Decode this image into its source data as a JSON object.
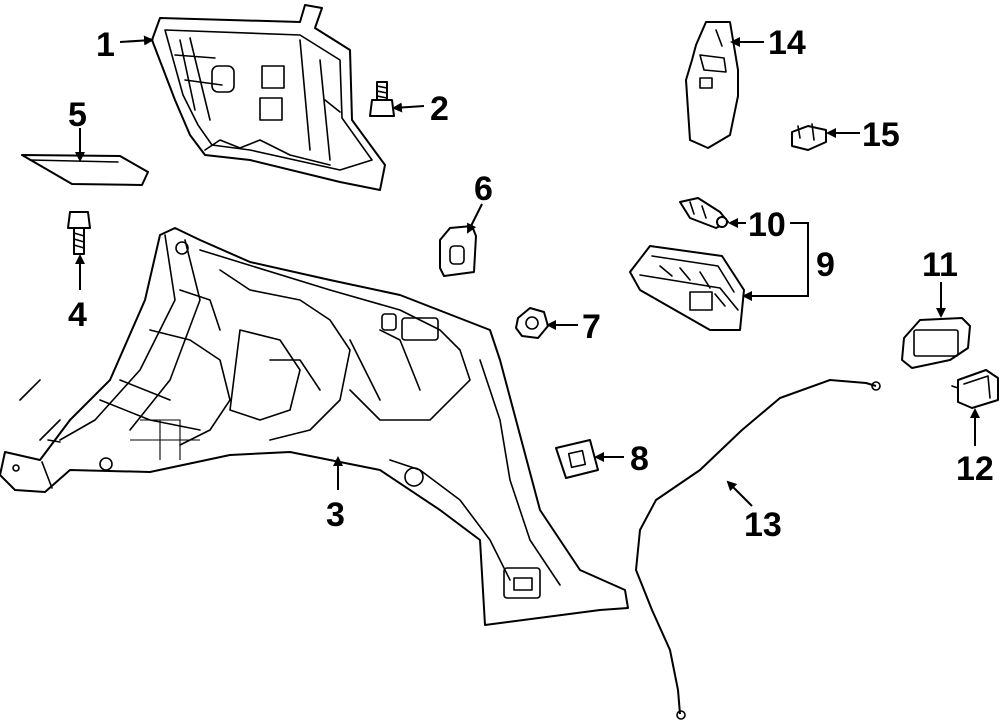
{
  "callouts": [
    {
      "id": "1",
      "text": "1"
    },
    {
      "id": "2",
      "text": "2"
    },
    {
      "id": "3",
      "text": "3"
    },
    {
      "id": "4",
      "text": "4"
    },
    {
      "id": "5",
      "text": "5"
    },
    {
      "id": "6",
      "text": "6"
    },
    {
      "id": "7",
      "text": "7"
    },
    {
      "id": "8",
      "text": "8"
    },
    {
      "id": "9",
      "text": "9"
    },
    {
      "id": "10",
      "text": "10"
    },
    {
      "id": "11",
      "text": "11"
    },
    {
      "id": "12",
      "text": "12"
    },
    {
      "id": "13",
      "text": "13"
    },
    {
      "id": "14",
      "text": "14"
    },
    {
      "id": "15",
      "text": "15"
    }
  ],
  "colors": {
    "line": "#000000",
    "background": "#ffffff",
    "shade": "#ececec"
  }
}
